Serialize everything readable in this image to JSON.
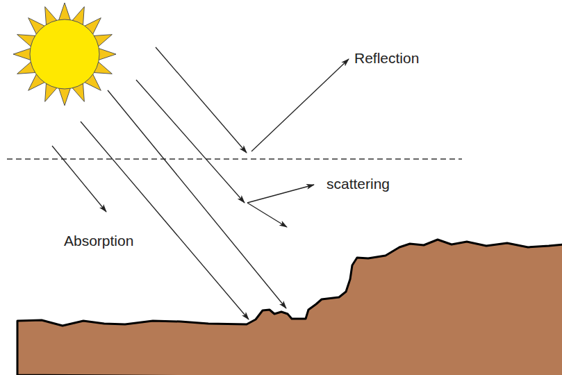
{
  "diagram": {
    "labels": [
      "Reflection",
      "scattering",
      "Absorption"
    ]
  }
}
